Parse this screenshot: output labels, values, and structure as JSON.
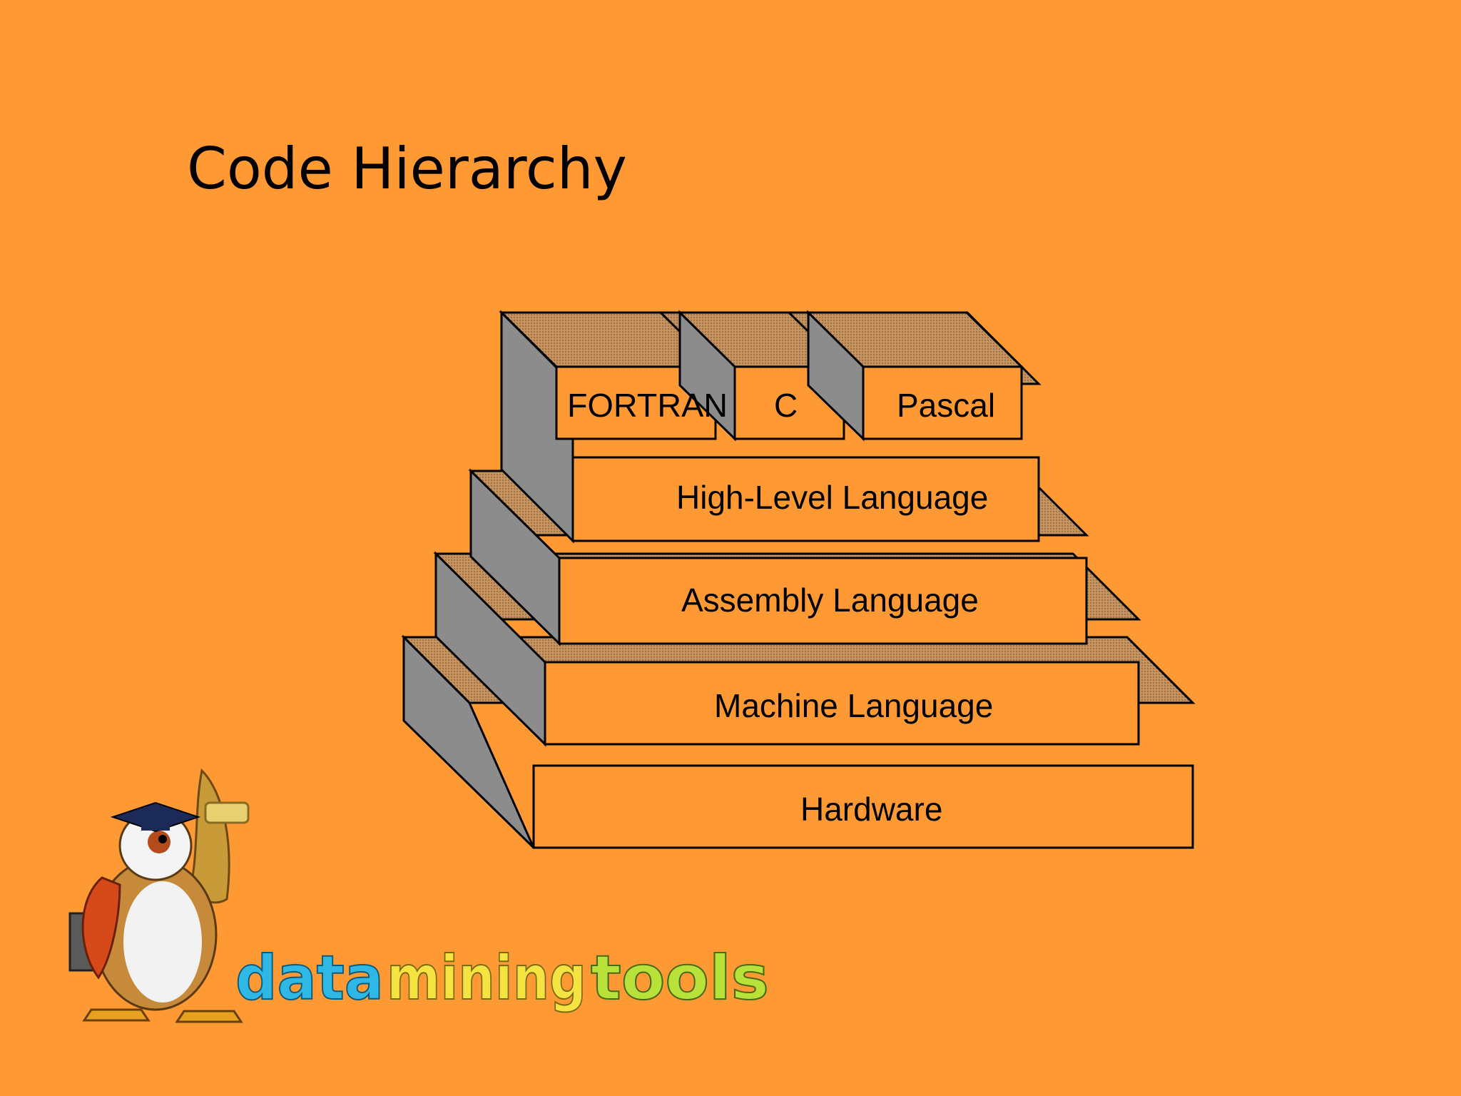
{
  "slide": {
    "title": "Code Hierarchy",
    "background": "#FF9933"
  },
  "diagram": {
    "languages": [
      "FORTRAN",
      "C",
      "Pascal"
    ],
    "layers": [
      "High-Level Language",
      "Assembly Language",
      "Machine Language",
      "Hardware"
    ],
    "colors": {
      "front": "#FF9933",
      "side": "#8C8C8C",
      "top": "#C79460",
      "stroke": "#000000"
    }
  },
  "logo": {
    "segments": [
      {
        "text": "data",
        "color": "#2FB8E6"
      },
      {
        "text": "mining",
        "color": "#F5E342"
      },
      {
        "text": "tools",
        "color": "#B8E23A"
      }
    ],
    "mascot": "owl-graduate-icon"
  }
}
